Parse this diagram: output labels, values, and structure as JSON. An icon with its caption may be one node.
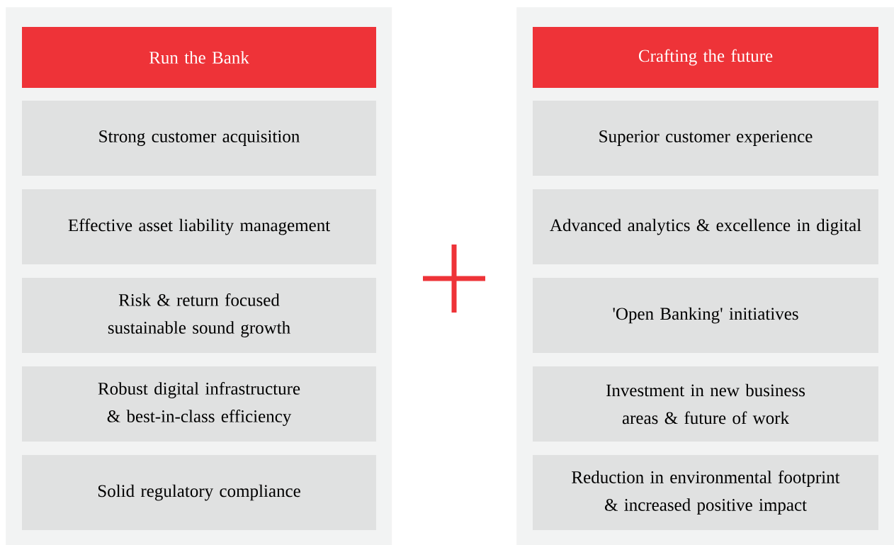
{
  "diagram": {
    "nodes": [
      {
        "text": [],
        "shape": "box"
      },
      {
        "text": [
          "Run the Bank"
        ],
        "in": 0
      },
      {
        "text": [
          "Strong customer acquisition"
        ],
        "in": 0
      },
      {
        "text": [
          "Effective asset liability management"
        ],
        "in": 0
      },
      {
        "text": [
          "Risk & return focused sustainable sound growth"
        ],
        "in": 0
      },
      {
        "text": [
          "Robust digital infrastructure & best-in-class efficiency"
        ],
        "in": 0
      },
      {
        "text": [
          "Solid regulatory compliance"
        ],
        "in": 0
      },
      {
        "text": [],
        "shape": "box"
      },
      {
        "text": [
          "Crafting the future"
        ],
        "in": 7
      },
      {
        "text": [
          "Superior customer experience"
        ],
        "in": 7
      },
      {
        "text": [
          "Advanced analytics & excellence in digital"
        ],
        "in": 7
      },
      {
        "text": [
          "'Open Banking' initiatives"
        ],
        "in": 7
      },
      {
        "text": [
          "Investment in new business areas & future of work"
        ],
        "in": 7
      },
      {
        "text": [
          "Reduction in environmental footprint & increased positive impact"
        ],
        "in": 7
      }
    ],
    "edges": []
  }
}
